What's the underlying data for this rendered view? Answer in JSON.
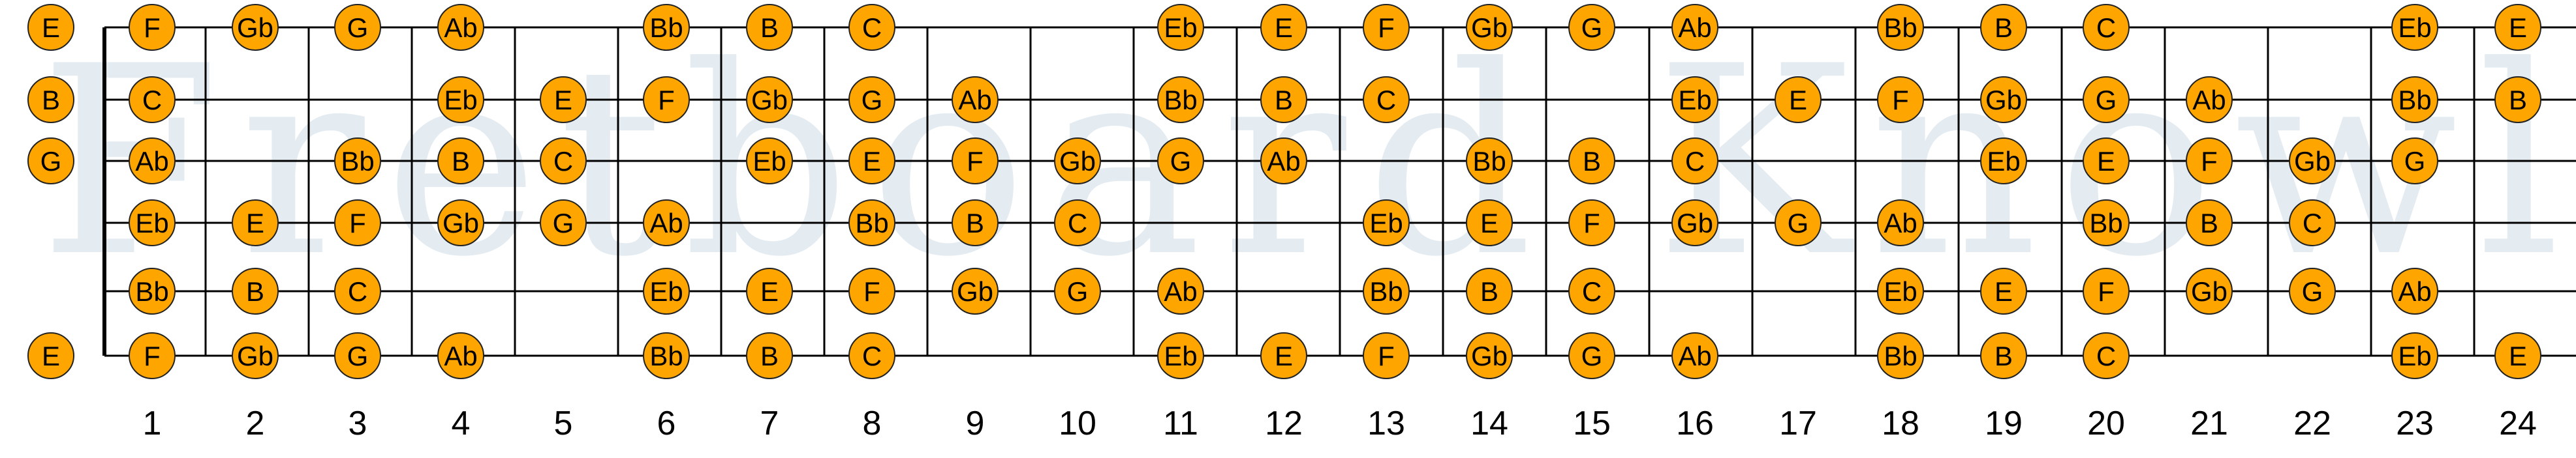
{
  "watermark_text": "Fretboard Knowledge",
  "colors": {
    "note_fill": "#FFA500",
    "note_stroke": "#222222",
    "line": "#000000",
    "text": "#000000",
    "background": "#FFFFFF"
  },
  "fret_numbers": [
    "1",
    "2",
    "3",
    "4",
    "5",
    "6",
    "7",
    "8",
    "9",
    "10",
    "11",
    "12",
    "13",
    "14",
    "15",
    "16",
    "17",
    "18",
    "19",
    "20",
    "21",
    "22",
    "23",
    "24"
  ],
  "open_strings": [
    "E",
    "B",
    "G",
    "",
    "",
    "E"
  ],
  "strings": [
    [
      "F",
      "Gb",
      "G",
      "Ab",
      "",
      "Bb",
      "B",
      "C",
      "",
      "",
      "Eb",
      "E",
      "F",
      "Gb",
      "G",
      "Ab",
      "",
      "Bb",
      "B",
      "C",
      "",
      "",
      "Eb",
      "E"
    ],
    [
      "C",
      "",
      "",
      "Eb",
      "E",
      "F",
      "Gb",
      "G",
      "Ab",
      "",
      "Bb",
      "B",
      "C",
      "",
      "",
      "Eb",
      "E",
      "F",
      "Gb",
      "G",
      "Ab",
      "",
      "Bb",
      "B"
    ],
    [
      "Ab",
      "",
      "Bb",
      "B",
      "C",
      "",
      "Eb",
      "E",
      "F",
      "Gb",
      "G",
      "Ab",
      "",
      "Bb",
      "B",
      "C",
      "",
      "",
      "Eb",
      "E",
      "F",
      "Gb",
      "G",
      ""
    ],
    [
      "Eb",
      "E",
      "F",
      "Gb",
      "G",
      "Ab",
      "",
      "Bb",
      "B",
      "C",
      "",
      "",
      "Eb",
      "E",
      "F",
      "Gb",
      "G",
      "Ab",
      "",
      "Bb",
      "B",
      "C",
      "",
      ""
    ],
    [
      "Bb",
      "B",
      "C",
      "",
      "",
      "Eb",
      "E",
      "F",
      "Gb",
      "G",
      "Ab",
      "",
      "Bb",
      "B",
      "C",
      "",
      "",
      "Eb",
      "E",
      "F",
      "Gb",
      "G",
      "Ab",
      ""
    ],
    [
      "F",
      "Gb",
      "G",
      "Ab",
      "",
      "Bb",
      "B",
      "C",
      "",
      "",
      "Eb",
      "E",
      "F",
      "Gb",
      "G",
      "Ab",
      "",
      "Bb",
      "B",
      "C",
      "",
      "",
      "Eb",
      "E"
    ]
  ]
}
